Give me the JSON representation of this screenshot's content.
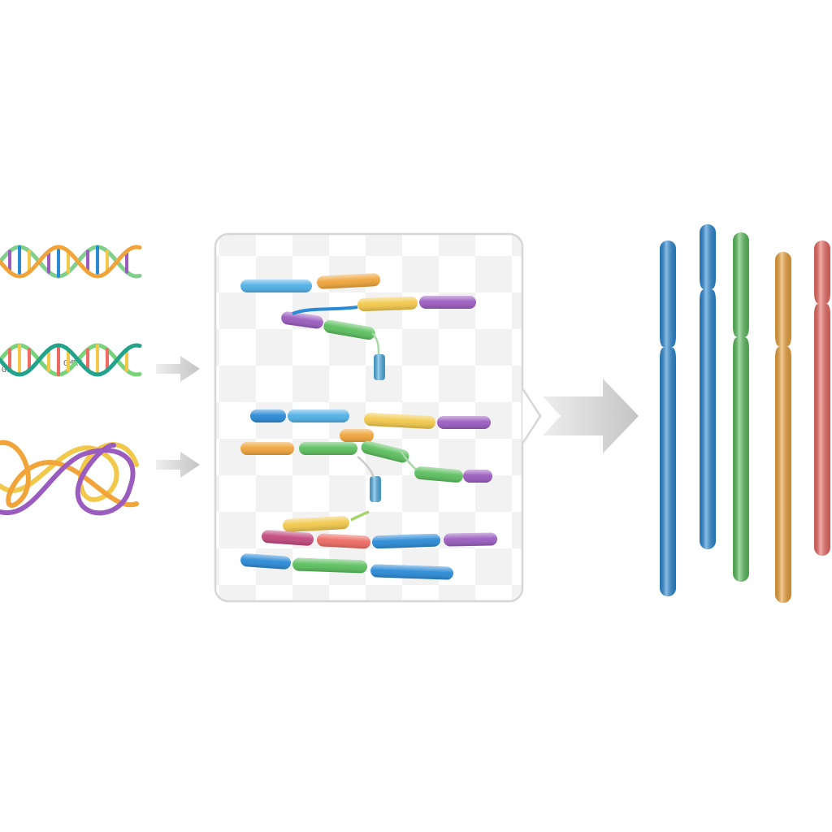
{
  "colors": {
    "blue": "#2a8ad6",
    "orange": "#f0a43a",
    "green": "#5bbf5e",
    "purple": "#9a5cbf",
    "yellow": "#f2c84a",
    "teal": "#22a38c",
    "red": "#ee6a62",
    "magenta": "#c2477e",
    "light_blue": "#4fb0e6",
    "panel_border": "#d6d6d6",
    "arrow": "#cfcfcf"
  },
  "inputs": [
    {
      "kind": "dna-helix",
      "colors": [
        "orange",
        "green"
      ],
      "rungs": [
        "purple",
        "blue",
        "yellow"
      ]
    },
    {
      "kind": "dna-helix",
      "colors": [
        "teal",
        "green"
      ],
      "rungs": [
        "red",
        "yellow"
      ],
      "sequence_fragments": [
        "Gu",
        "GMRC"
      ]
    },
    {
      "kind": "tangled-strand",
      "colors": [
        "purple",
        "yellow",
        "orange"
      ]
    }
  ],
  "fragment_colors": [
    "blue",
    "orange",
    "yellow",
    "purple",
    "green",
    "red",
    "magenta",
    "light_blue"
  ],
  "outputs": [
    {
      "kind": "chromosome",
      "color": "blue"
    },
    {
      "kind": "chromosome",
      "color": "blue"
    },
    {
      "kind": "chromosome",
      "color": "green"
    },
    {
      "kind": "chromosome",
      "color": "orange"
    },
    {
      "kind": "chromosome",
      "color": "red"
    }
  ]
}
